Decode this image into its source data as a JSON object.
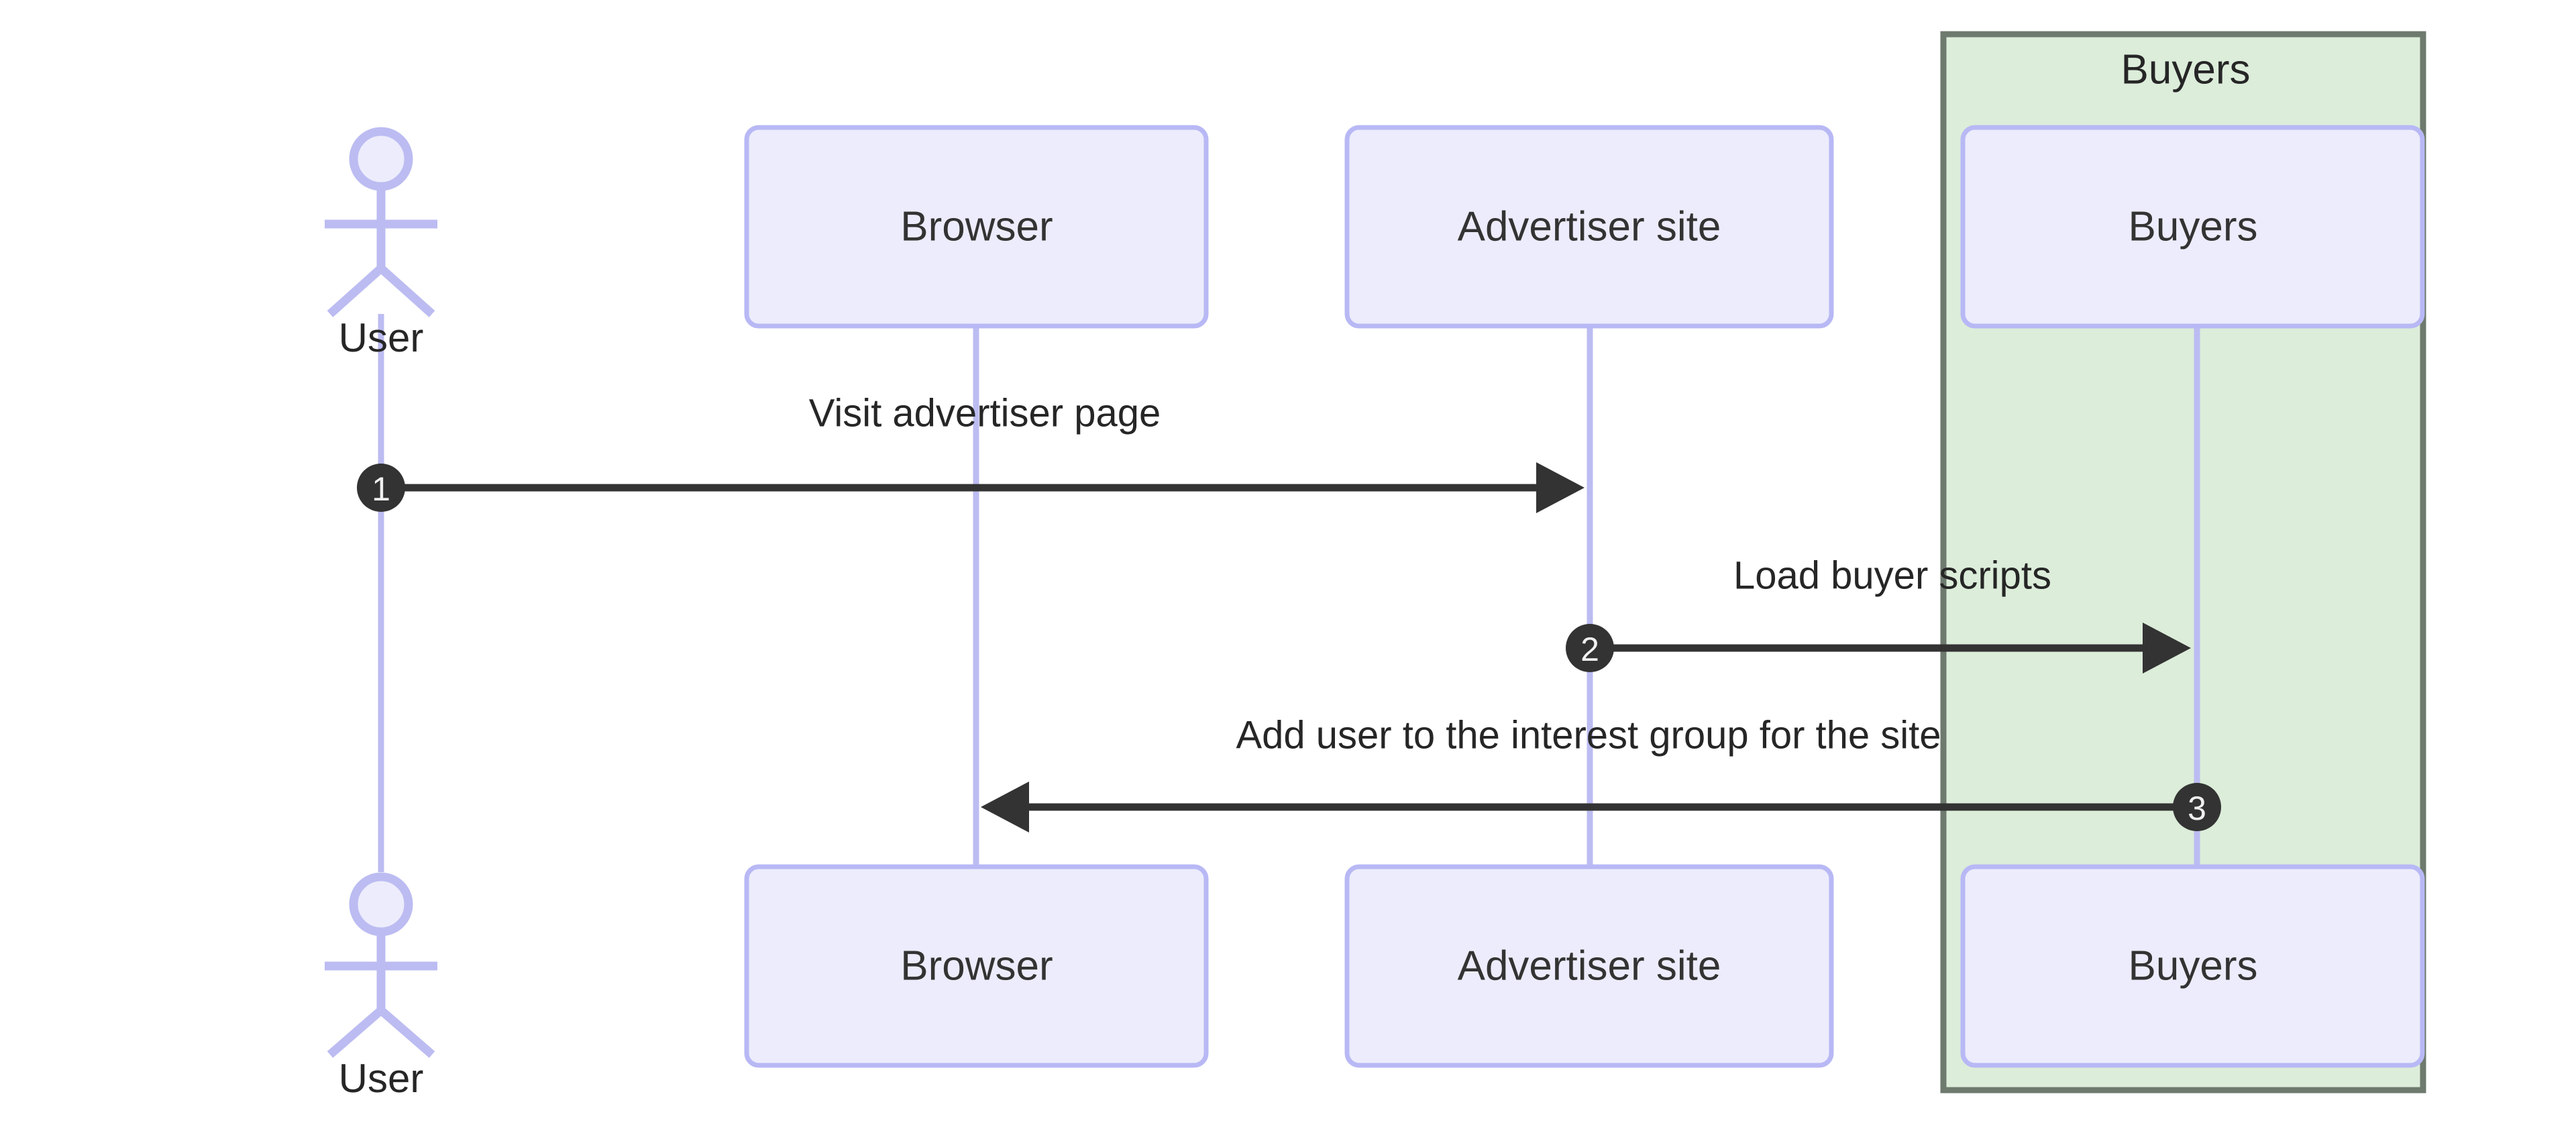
{
  "diagram": {
    "type": "sequence-diagram",
    "title": "",
    "background_color": "#ffffff"
  },
  "colors": {
    "participant_fill": "#ececfc",
    "participant_stroke": "#b8b8f5",
    "lifeline": "#bcbcf2",
    "group_fill": "#dcedda",
    "group_stroke": "#6e7a6e",
    "arrow": "#333333",
    "text": "#262626",
    "sequence_badge_fill": "#333333",
    "sequence_badge_text": "#f0f0f0"
  },
  "group": {
    "label": "Buyers"
  },
  "participants": [
    {
      "id": "user",
      "kind": "actor",
      "top_label": "User",
      "bottom_label": "User"
    },
    {
      "id": "browser",
      "kind": "box",
      "top_label": "Browser",
      "bottom_label": "Browser"
    },
    {
      "id": "advertiser",
      "kind": "box",
      "top_label": "Advertiser site",
      "bottom_label": "Advertiser site"
    },
    {
      "id": "buyers",
      "kind": "box",
      "top_label": "Buyers",
      "bottom_label": "Buyers",
      "in_group": "Buyers"
    }
  ],
  "messages": [
    {
      "number": "1",
      "label": "Visit advertiser page",
      "from": "user",
      "to": "advertiser",
      "direction": "right"
    },
    {
      "number": "2",
      "label": "Load buyer scripts",
      "from": "advertiser",
      "to": "buyers",
      "direction": "right"
    },
    {
      "number": "3",
      "label": "Add user to the interest group for the site",
      "from": "buyers",
      "to": "browser",
      "direction": "left"
    }
  ]
}
